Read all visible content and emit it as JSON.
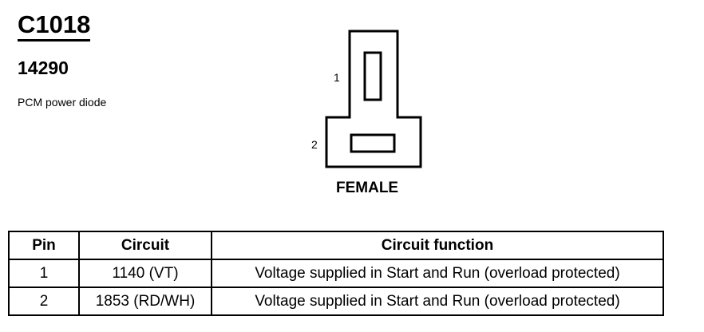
{
  "connector": {
    "id": "C1018",
    "part_number": "14290",
    "description": "PCM power diode",
    "face_label": "FEMALE",
    "pin_labels": [
      "1",
      "2"
    ]
  },
  "table": {
    "headers": [
      "Pin",
      "Circuit",
      "Circuit function"
    ],
    "rows": [
      {
        "pin": "1",
        "circuit": "1140 (VT)",
        "function": "Voltage supplied in Start and Run (overload protected)"
      },
      {
        "pin": "2",
        "circuit": "1853 (RD/WH)",
        "function": "Voltage supplied in Start and Run (overload protected)"
      }
    ]
  }
}
